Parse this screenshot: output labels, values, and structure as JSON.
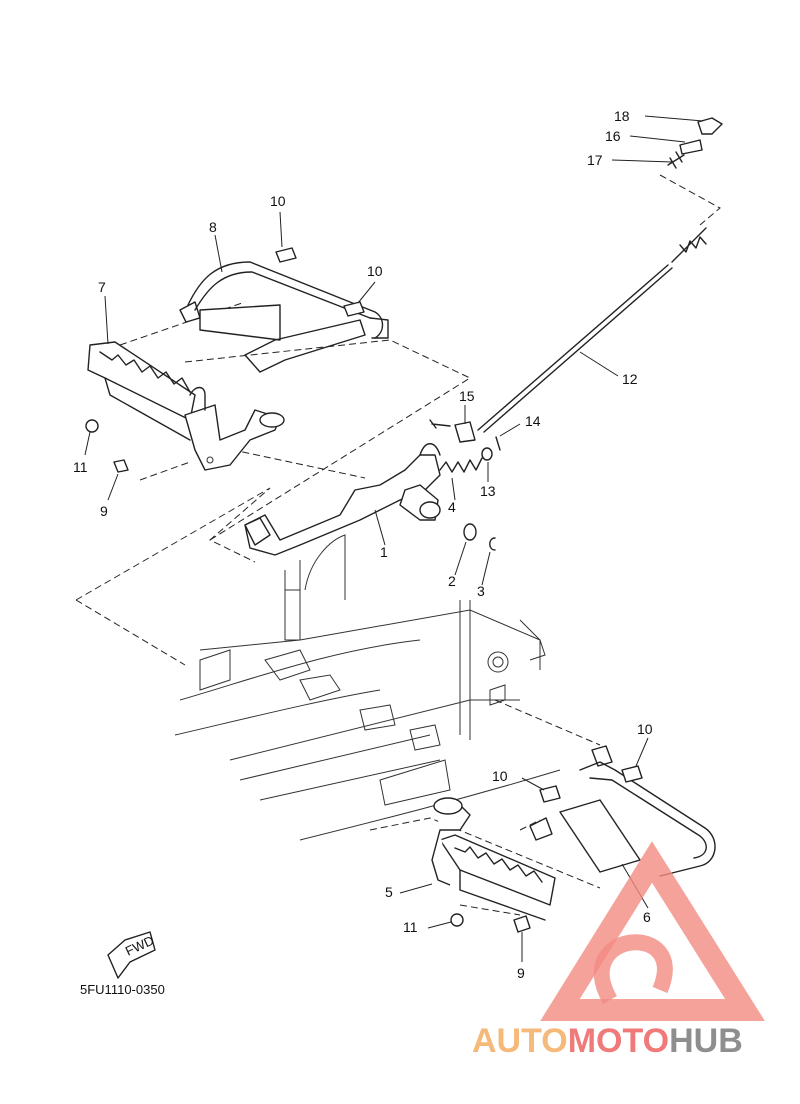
{
  "diagram": {
    "code": "5FU1110-0350",
    "fwd_label": "FWD",
    "callouts": {
      "c1": "1",
      "c2": "2",
      "c3": "3",
      "c4": "4",
      "c5": "5",
      "c6": "6",
      "c7": "7",
      "c8": "8",
      "c9a": "9",
      "c9b": "9",
      "c10a": "10",
      "c10b": "10",
      "c10c": "10",
      "c10d": "10",
      "c11a": "11",
      "c11b": "11",
      "c12": "12",
      "c13": "13",
      "c14": "14",
      "c15": "15",
      "c16": "16",
      "c17": "17",
      "c18": "18"
    }
  },
  "watermark": {
    "part1": "AUTO",
    "part2": "MOTO",
    "part3": "HUB",
    "color_orange": "#f5b97a",
    "color_red": "#f07a7a",
    "color_gray": "#8e8e8e"
  }
}
